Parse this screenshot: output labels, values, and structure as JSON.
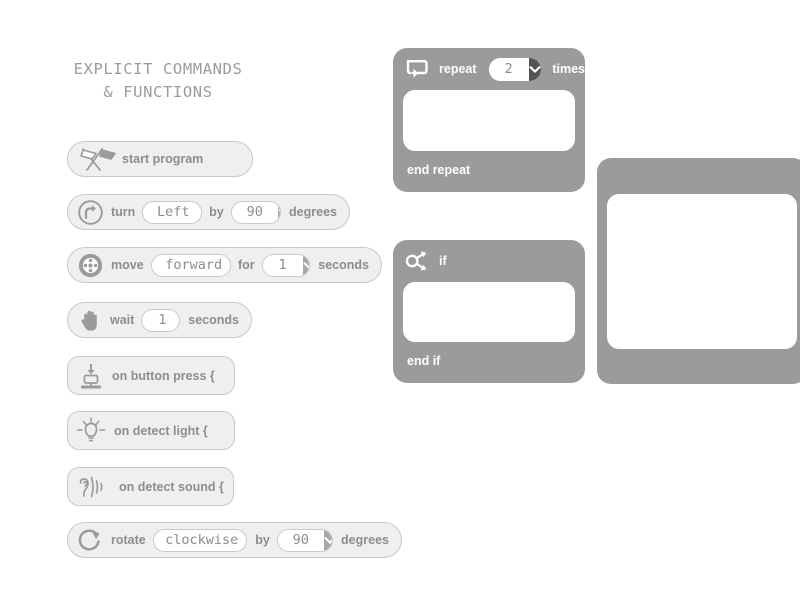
{
  "heading": {
    "line1": "EXPLICIT COMMANDS",
    "line2": "& FUNCTIONS"
  },
  "palette": {
    "block_gray": "#9b9b9b",
    "pill_fill": "#efefef",
    "pill_border": "#c9c9c9",
    "text_gray": "#8d8d8d",
    "arrow_gray": "#a8a8a8",
    "arrow_dark": "#545454",
    "slot_white": "#ffffff"
  },
  "commands": [
    {
      "id": "start-program",
      "icon": "crossed-flags-icon",
      "label": "start program"
    },
    {
      "id": "turn",
      "icon": "turn-arrow-circle-icon",
      "label": "turn",
      "dropdown1": {
        "value": "Left"
      },
      "mid": "by",
      "dropdown2": {
        "value": "90"
      },
      "tail": "degrees"
    },
    {
      "id": "move",
      "icon": "wheel-icon",
      "label": "move",
      "dropdown1": {
        "value": "forward"
      },
      "mid": "for",
      "dropdown2": {
        "value": "1"
      },
      "tail": "seconds"
    },
    {
      "id": "wait",
      "icon": "hand-icon",
      "label": "wait",
      "dropdown1": {
        "value": "1"
      },
      "tail": "seconds"
    },
    {
      "id": "on-button-press",
      "icon": "button-press-icon",
      "label": "on button press {"
    },
    {
      "id": "on-detect-light",
      "icon": "lightbulb-icon",
      "label": "on detect light {"
    },
    {
      "id": "on-detect-sound",
      "icon": "ear-sound-icon",
      "label": "on detect sound {"
    },
    {
      "id": "rotate",
      "icon": "rotate-circle-arrow-icon",
      "label": "rotate",
      "dropdown1": {
        "value": "clockwise"
      },
      "mid": "by",
      "dropdown2": {
        "value": "90"
      },
      "tail": "degrees"
    }
  ],
  "blocks": [
    {
      "id": "repeat",
      "icon": "repeat-loop-icon",
      "header_label": "repeat",
      "dropdown": {
        "value": "2"
      },
      "header_tail": "times",
      "footer_label": "end repeat"
    },
    {
      "id": "if",
      "icon": "branch-arrows-icon",
      "header_label": "if",
      "footer_label": "end if"
    },
    {
      "id": "third-block",
      "icon": "",
      "header_label": "",
      "footer_label": ""
    }
  ]
}
